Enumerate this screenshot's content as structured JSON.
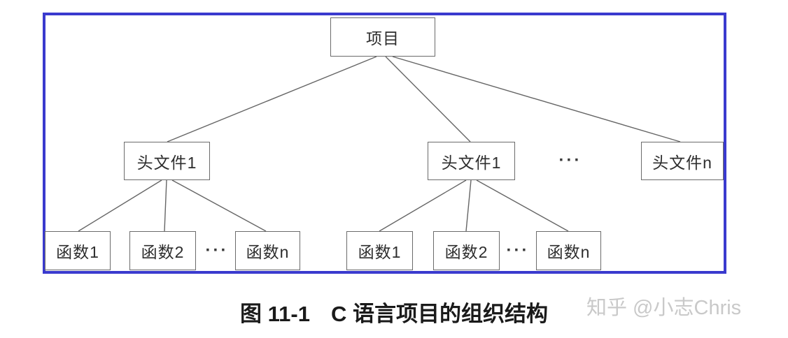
{
  "colors": {
    "frame-blue": "#3a3ace",
    "node-border": "#6b6b6b",
    "edge": "#666666",
    "node-text": "#2d2d2d",
    "caption-text": "#1a1a1a",
    "watermark-gray": "#c9c9c9"
  },
  "diagram": {
    "root": {
      "label": "项目"
    },
    "level2": [
      {
        "label": "头文件1"
      },
      {
        "label": "头文件1"
      },
      {
        "label": "头文件n"
      }
    ],
    "level2_ellipsis": "···",
    "groups": [
      {
        "ellipsis": "···",
        "children": [
          {
            "label": "函数1"
          },
          {
            "label": "函数2"
          },
          {
            "label": "函数n"
          }
        ]
      },
      {
        "ellipsis": "···",
        "children": [
          {
            "label": "函数1"
          },
          {
            "label": "函数2"
          },
          {
            "label": "函数n"
          }
        ]
      }
    ]
  },
  "caption": {
    "figure_label": "图 11-1",
    "title": "C 语言项目的组织结构"
  },
  "watermark": {
    "text": "知乎 @小志Chris"
  }
}
